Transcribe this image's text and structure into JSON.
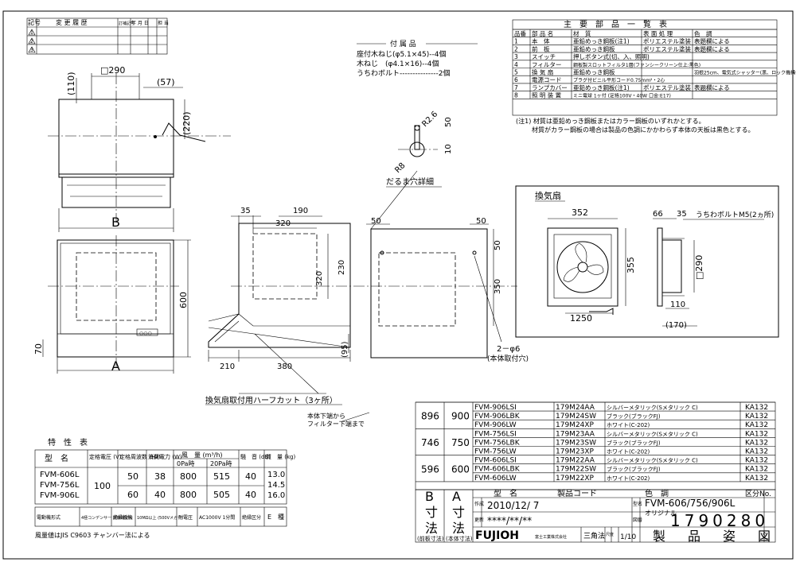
{
  "revision_table": {
    "headers": [
      "記号",
      "変 更 履 歴",
      "訂補記号",
      "年 月 日",
      "担 当"
    ],
    "marks": [
      "1",
      "2",
      "3"
    ]
  },
  "accessories": {
    "title": "付 属 品",
    "items": [
      "座付木ねじ(φ5.1×45)--4個",
      "木ねじ　(φ4.1×16)--4個",
      "うちわボルト---------------2個"
    ]
  },
  "parts_table": {
    "title": "主　要　部　品　一　覧　表",
    "headers": [
      "品番",
      "部 品 名",
      "材　質",
      "表 面 処 理",
      "色　調"
    ],
    "rows": [
      [
        "1",
        "本　体",
        "亜鉛めっき鋼板(注1)",
        "ポリエステル塗装",
        "表題欄による"
      ],
      [
        "2",
        "前　板",
        "亜鉛めっき鋼板",
        "ポリエステル塗装",
        "表題欄による"
      ],
      [
        "3",
        "スイッチ",
        "押しボタン式(切、入、照明)",
        "",
        ""
      ],
      [
        "4",
        "フィルター",
        "鋼板製スロットフィルタ1層(ファンシークリーン仕上:黒色)",
        "",
        ""
      ],
      [
        "5",
        "換 気 扇",
        "亜鉛めっき鋼板",
        "",
        "羽根25cm、電気式シャッター(黒、ロック機構付)"
      ],
      [
        "6",
        "電源コード",
        "プラグ付ビニル平形コード0.75mm²・2心",
        "",
        ""
      ],
      [
        "7",
        "ランプカバー",
        "亜鉛めっき鋼板(注1)",
        "ポリエステル塗装",
        "表題欄による"
      ],
      [
        "8",
        "照 明 装 置",
        "ミニ電球 1ヶ付 (定格100V・40W 口金:E17)",
        "",
        ""
      ]
    ],
    "notes": [
      "(注1) 材質は亜鉛めっき鋼板またはカラー鋼板のいずれかとする。",
      "材質がカラー鋼板の場合は製品の色調にかかわらず本体の天板は黒色とする。"
    ]
  },
  "top_view": {
    "dim_290": "□290",
    "dim_57": "(57)",
    "dim_110": "(110)",
    "dim_220": "(220)",
    "label_b": "B"
  },
  "front_view": {
    "dim_600": "600",
    "dim_70": "70",
    "label_a": "A"
  },
  "keyhole": {
    "r26": "R2.6",
    "d50": "50",
    "d10": "10",
    "r8": "R8",
    "label": "だるま穴詳細"
  },
  "side_view": {
    "d35": "35",
    "d190": "190",
    "d320a": "320",
    "d230": "230",
    "d320b": "320",
    "d95": "(95)",
    "d210": "210",
    "d380": "380",
    "halfcut": "換気扇取付用ハーフカット（3ヶ所）",
    "note1": "本体下端から",
    "note2": "フィルター下端まで"
  },
  "back_view": {
    "d50a": "50",
    "d50b": "50",
    "d50c": "50",
    "d350": "350",
    "holes": "2－φ6",
    "holes_note": "(本体取付穴)"
  },
  "fan": {
    "title": "換気扇",
    "d352": "352",
    "d355": "355",
    "d66": "66",
    "d35": "35",
    "bolt": "うちわボルトM5(2ヵ所)",
    "d290": "□290",
    "d110": "110",
    "d1250": "1250",
    "d170": "(170)"
  },
  "models_table": {
    "rows": [
      {
        "b": "896",
        "a": "900",
        "models": [
          [
            "FVM-906LSI",
            "179M24AA",
            "シルバーメタリック(Sメタリック C)",
            "KA132"
          ],
          [
            "FVM-906LBK",
            "179M24SW",
            "ブラック(ブラックFJ)",
            "KA132"
          ],
          [
            "FVM-906LW",
            "179M24XP",
            "ホワイト(C-202)",
            "KA132"
          ]
        ]
      },
      {
        "b": "746",
        "a": "750",
        "models": [
          [
            "FVM-756LSI",
            "179M23AA",
            "シルバーメタリック(Sメタリック C)",
            "KA132"
          ],
          [
            "FVM-756LBK",
            "179M23SW",
            "ブラック(ブラックFJ)",
            "KA132"
          ],
          [
            "FVM-756LW",
            "179M23XP",
            "ホワイト(C-202)",
            "KA132"
          ]
        ]
      },
      {
        "b": "596",
        "a": "600",
        "models": [
          [
            "FVM-606LSI",
            "179M22AA",
            "シルバーメタリック(Sメタリック C)",
            "KA132"
          ],
          [
            "FVM-606LBK",
            "179M22SW",
            "ブラック(ブラックFJ)",
            "KA132"
          ],
          [
            "FVM-606LW",
            "179M22XP",
            "ホワイト(C-202)",
            "KA132"
          ]
        ]
      }
    ],
    "headers": [
      "型　名",
      "製品コード",
      "色　調",
      "区分No."
    ],
    "b_label": "B",
    "a_label": "A",
    "b_dim": "寸",
    "a_dim": "寸",
    "b_ho": "法",
    "a_ho": "法",
    "b_note": "(前板寸法)",
    "a_note": "(本体寸法)"
  },
  "title_block": {
    "date_label": "作成",
    "date": "2010/12/ 7",
    "rev_label": "更新",
    "rev": "****/**/**",
    "model_label": "型名",
    "model": "FVM-606/756/906L",
    "model_sub": "オリジナル",
    "drawing_label": "図番",
    "drawing_no": "1790280",
    "logo": "FUJIOH",
    "company": "富士工業株式会社",
    "method": "三角法",
    "scale_label": "尺度",
    "scale": "1/10",
    "doc_title": "製　品　姿　図"
  },
  "specs": {
    "title": "特　性　表",
    "headers": [
      "型　名",
      "定格電圧 (V)",
      "定格周波数 (Hz)",
      "消費電力 (W)",
      "風　量 (m³/h)",
      "騒　音 (dB)",
      "質　量 (kg)"
    ],
    "airflow_sub": [
      "0Pa時",
      "20Pa時"
    ],
    "models": [
      "FVM-606L",
      "FVM-756L",
      "FVM-906L"
    ],
    "voltage": "100",
    "rows": [
      [
        "50",
        "38",
        "800",
        "515",
        "40"
      ],
      [
        "60",
        "40",
        "800",
        "505",
        "40"
      ]
    ],
    "weights": [
      "13.0",
      "14.5",
      "16.0"
    ],
    "footer": [
      "電動機形式",
      "4極コンデンサー 誘導電動機",
      "絶縁抵抗",
      "10MΩ以上 (500Vメガー)",
      "耐電圧",
      "AC1000V 1分間",
      "絶縁区分",
      "E　種"
    ],
    "note": "風量値はJIS C9603 チャンバー法による"
  }
}
